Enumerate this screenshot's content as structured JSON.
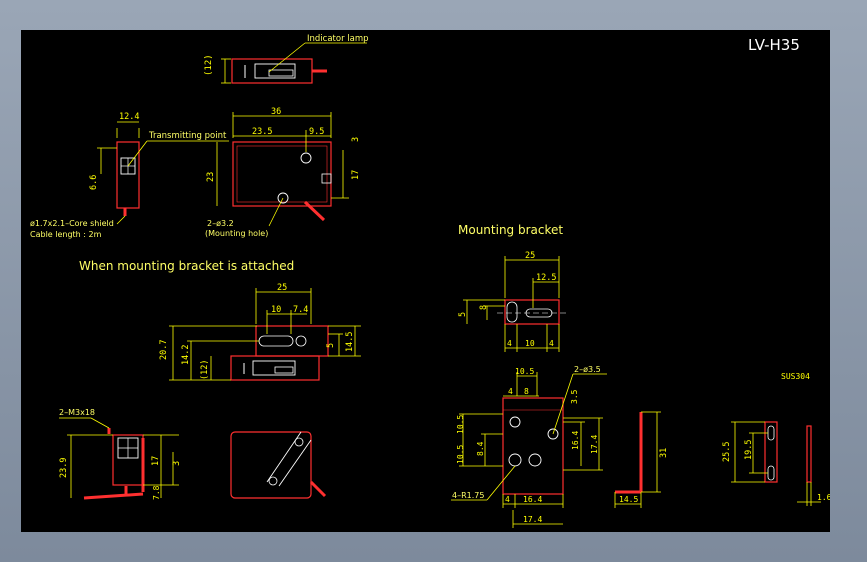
{
  "drawing": {
    "title": "LV-H35",
    "material": "SUS304",
    "headings": {
      "bracket_attached": "When mounting bracket is attached",
      "mounting_bracket": "Mounting bracket"
    },
    "annotations": {
      "indicator_lamp": "Indicator lamp",
      "transmitting_point": "Transmitting point",
      "cable": "ø1.7x2.1–Core shield",
      "cable_length": "Cable length : 2m",
      "mounting_hole_count": "2–ø3.2",
      "mounting_hole": "(Mounting hole)",
      "screws": "2–M3x18",
      "bracket_holes": "2–ø3.5",
      "bracket_radius": "4–R1.75"
    },
    "dimensions": {
      "top_height": "(12)",
      "side_width": "12.4",
      "side_offset": "6.6",
      "front_width": "36",
      "front_w1": "23.5",
      "front_w2": "9.5",
      "front_h_total": "23",
      "front_h_r": "17",
      "front_h_top": "3",
      "att_width": "25",
      "att_w1": "10",
      "att_w2": "7.4",
      "att_h1": "20.7",
      "att_h2": "14.2",
      "att_h3": "(12)",
      "att_r1": "5",
      "att_r2": "14.5",
      "att_side_h": "23.9",
      "att_side_r1": "17",
      "att_side_r2": "3",
      "att_side_bottom": "7.8",
      "mb_width": "25",
      "mb_w2": "12.5",
      "mb_h1": "8",
      "mb_h2": "5",
      "mb_b1": "4",
      "mb_b2": "10",
      "mb_b3": "4",
      "bp_top": "10.5",
      "bp_w1": "4",
      "bp_w2": "8",
      "bp_r1": "3.5",
      "bp_l1": "10.5",
      "bp_l2": "10.5",
      "bp_l3": "8.4",
      "bp_r2": "16.4",
      "bp_r3": "17.4",
      "bp_b1": "4",
      "bp_b2": "16.4",
      "bp_b3": "17.4",
      "bs_h": "31",
      "bs_w": "14.5",
      "bf_h1": "25.5",
      "bf_h2": "19.5",
      "bf_t": "1.6"
    },
    "colors": {
      "dimension": "#ffff00",
      "outline": "#ff3030",
      "body": "#ffffff",
      "canvas": "#000000"
    }
  }
}
